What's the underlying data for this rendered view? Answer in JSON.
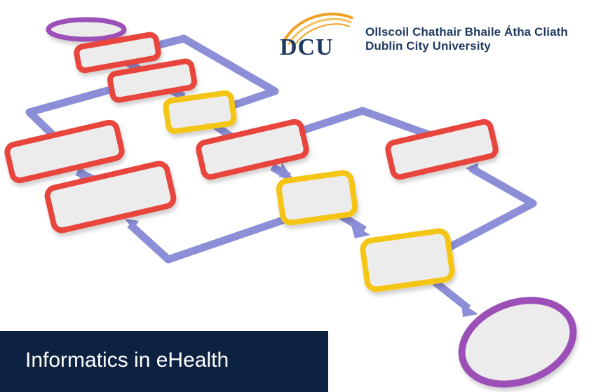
{
  "logo": {
    "mark_text": "DCU",
    "lines": [
      "Ollscoil Chathair Bhaile Átha Cliath",
      "Dublin City University"
    ]
  },
  "banner": {
    "title": "Informatics in eHealth"
  },
  "colors": {
    "process": "#e8453c",
    "decision": "#f5c518",
    "terminal": "#9b4fb7",
    "arrow": "#8c8ed8",
    "fill": "#ececec",
    "banner": "#0d2240",
    "brand": "#1f3a5f",
    "swoosh": "#f0a020"
  }
}
